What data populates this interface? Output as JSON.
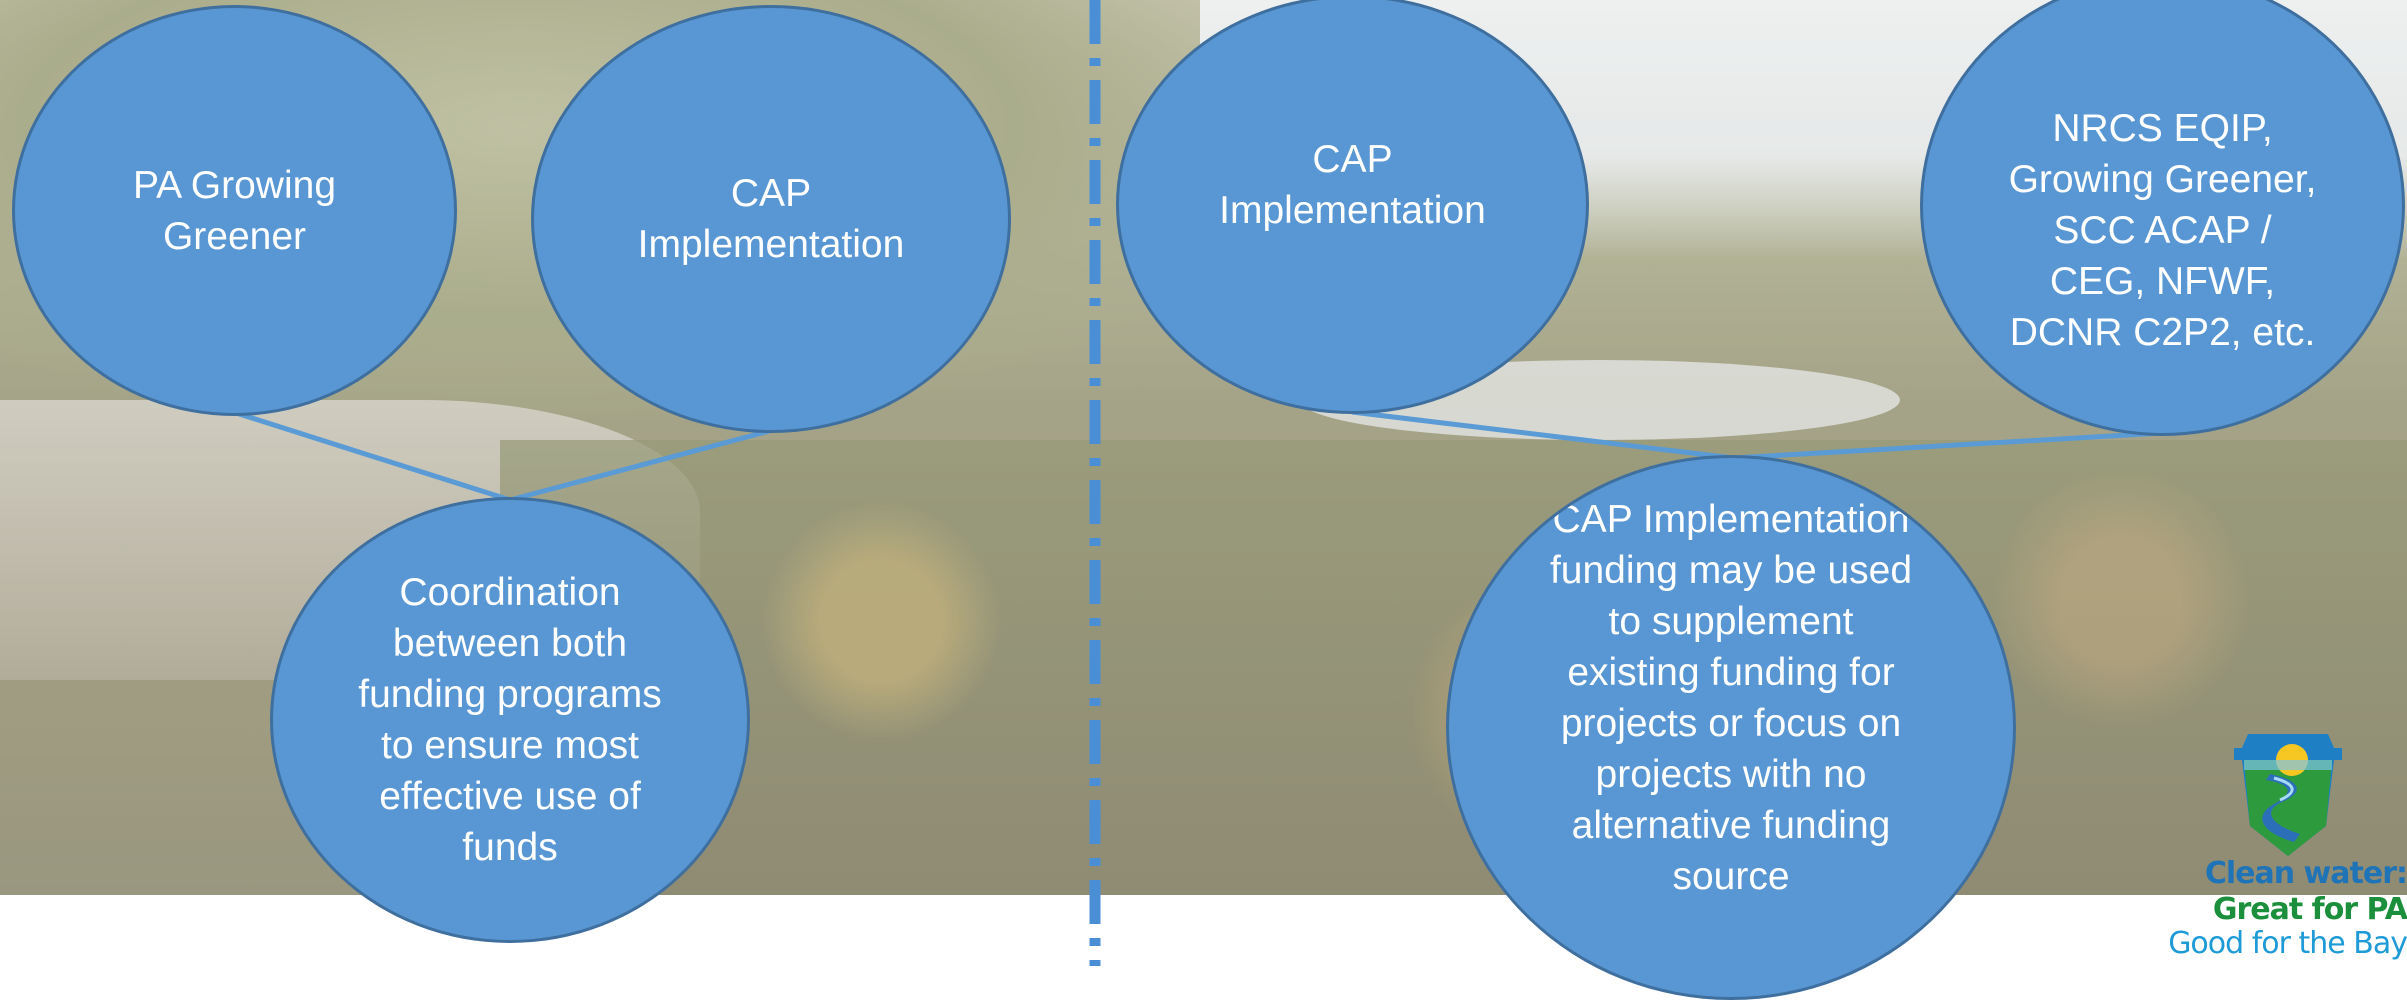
{
  "nodes": {
    "left_a": "PA Growing Greener",
    "left_b": "CAP Implementation",
    "left_result": "Coordination between both funding programs to ensure most effective use of funds",
    "right_a": "CAP Implementation",
    "right_b": "NRCS EQIP, Growing Greener, SCC ACAP / CEG, NFWF, DCNR C2P2, etc.",
    "right_result": "CAP Implementation funding may be used to supplement existing funding for projects or focus on projects with no alternative funding source"
  },
  "logo": {
    "line1": "Clean water:",
    "line2": "Great for PA",
    "line3": "Good for the Bay"
  },
  "colors": {
    "bubble_fill": "#5897d3",
    "bubble_border": "#3f6f9e",
    "connector": "#5b9bd5",
    "divider": "#4a8fd6"
  }
}
